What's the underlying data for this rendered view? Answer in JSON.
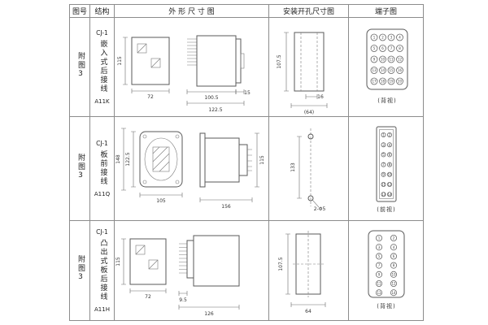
{
  "table": {
    "headers": {
      "fig_no": "图号",
      "structure": "结构",
      "outline": "外 形 尺 寸 图",
      "install": "安装开孔尺寸图",
      "terminal": "端子图"
    },
    "rows": [
      {
        "fig_label": "附图3",
        "model": "CJ-1",
        "structure_label": "嵌入式后接线",
        "code": "A11K",
        "outline": {
          "height": "115",
          "width": "72",
          "depth1": "100.5",
          "depth2": "122.5",
          "flange": "15"
        },
        "install": {
          "height": "107.5",
          "hole": "16",
          "width": "(64)"
        },
        "terminal": {
          "view": "(背视)",
          "cols": 4,
          "rows": 5,
          "numbers": [
            "1",
            "2",
            "3",
            "4",
            "5",
            "6",
            "7",
            "8",
            "9",
            "10",
            "11",
            "12",
            "13",
            "14",
            "15",
            "16",
            "17",
            "18",
            "19",
            "20"
          ]
        }
      },
      {
        "fig_label": "附图3",
        "model": "CJ-1",
        "structure_label": "板前接线",
        "code": "A11Q",
        "outline": {
          "height_outer": "148",
          "height_inner": "122.5",
          "width": "105",
          "depth": "156",
          "side_height": "115"
        },
        "install": {
          "spacing": "133",
          "holes": "2-Φ5"
        },
        "terminal": {
          "view": "(前视)",
          "cols": 2,
          "rows": 7,
          "numbers": [
            "1",
            "2",
            "3",
            "4",
            "5",
            "6",
            "7",
            "8",
            "9",
            "10",
            "11",
            "12",
            "13",
            "14"
          ]
        }
      },
      {
        "fig_label": "附图3",
        "model": "CJ-1",
        "structure_label": "凸出式板后接线",
        "code": "A11H",
        "outline": {
          "height": "115",
          "width": "72",
          "comb": "9.5",
          "depth": "126"
        },
        "install": {
          "height": "107.5",
          "width": "64"
        },
        "terminal": {
          "view": "(背视)",
          "cols": 2,
          "rows": 7,
          "numbers": [
            "1",
            "2",
            "3",
            "4",
            "5",
            "6",
            "7",
            "8",
            "9",
            "10",
            "11",
            "12",
            "13",
            "14"
          ]
        }
      }
    ]
  }
}
